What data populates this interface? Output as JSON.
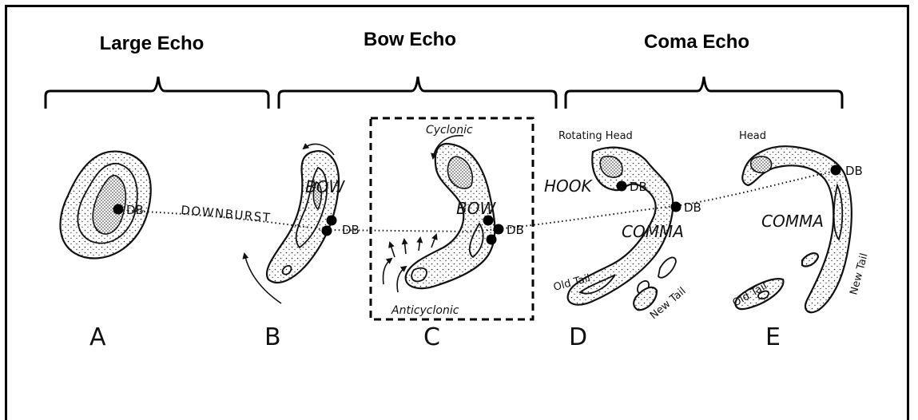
{
  "headers": {
    "large": "Large Echo",
    "bow": "Bow Echo",
    "coma": "Coma Echo"
  },
  "panels": [
    {
      "letter": "A"
    },
    {
      "letter": "B"
    },
    {
      "letter": "C"
    },
    {
      "letter": "D"
    },
    {
      "letter": "E"
    }
  ],
  "labels": {
    "db": "DB",
    "downburst": "DOWNBURST",
    "bow": "BOW",
    "cyclonic": "Cyclonic",
    "anticyclonic": "Anticyclonic",
    "rotating_head": "Rotating Head",
    "hook": "HOOK",
    "comma": "COMMA",
    "old_tail": "Old Tail",
    "new_tail": "New Tail",
    "head": "Head"
  }
}
